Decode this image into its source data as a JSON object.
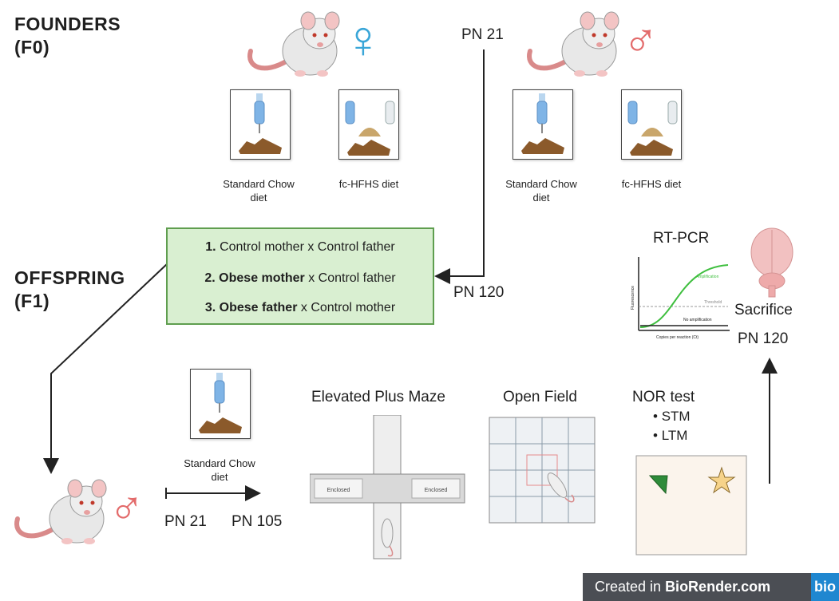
{
  "founders": {
    "title": "FOUNDERS",
    "subtitle": "(F0)"
  },
  "offspring": {
    "title": "OFFSPRING",
    "subtitle": "(F1)"
  },
  "female_symbol": "♀",
  "male_symbol": "♂",
  "pn21_top": "PN 21",
  "pn120_mid": "PN 120",
  "diets": {
    "chow_female": [
      "Standard Chow",
      "diet"
    ],
    "hfhs_female": "fc-HFHS diet",
    "chow_male": [
      "Standard Chow",
      "diet"
    ],
    "hfhs_male": "fc-HFHS diet",
    "chow_offspring": [
      "Standard Chow",
      "diet"
    ]
  },
  "crosses": [
    {
      "num": "1.",
      "bold": "",
      "text": " Control mother x Control father"
    },
    {
      "num": "2.",
      "bold": " Obese mother",
      "text": " x Control father"
    },
    {
      "num": "3.",
      "bold": " Obese father",
      "text": " x Control mother"
    }
  ],
  "timeline": {
    "start": "PN 21",
    "end": "PN 105"
  },
  "tests": {
    "epm": "Elevated Plus Maze",
    "epm_arm_left": "Enclosed",
    "epm_arm_right": "Enclosed",
    "open_field": "Open Field",
    "nor": "NOR test",
    "nor_items": [
      "STM",
      "LTM"
    ]
  },
  "rtpcr": {
    "title": "RT-PCR",
    "amplification": "Amplification",
    "threshold": "Threshold",
    "no_amplification": "No amplification",
    "ylabel": "Fluorescence",
    "xlabel": "Copies per reaction (Ct)"
  },
  "sacrifice": {
    "label": "Sacrifice",
    "pn": "PN 120"
  },
  "footer": {
    "prefix": "Created in ",
    "brand": "BioRender.com",
    "logo": "bio"
  },
  "colors": {
    "box_fill": "#d9efd1",
    "box_border": "#5f9e4f",
    "symbol_female": "#3aa6d8",
    "symbol_male": "#e36b6b",
    "amplification": "#3fbf3f",
    "footer_bg": "#4b4e54",
    "logo_bg": "#1f87d0"
  }
}
